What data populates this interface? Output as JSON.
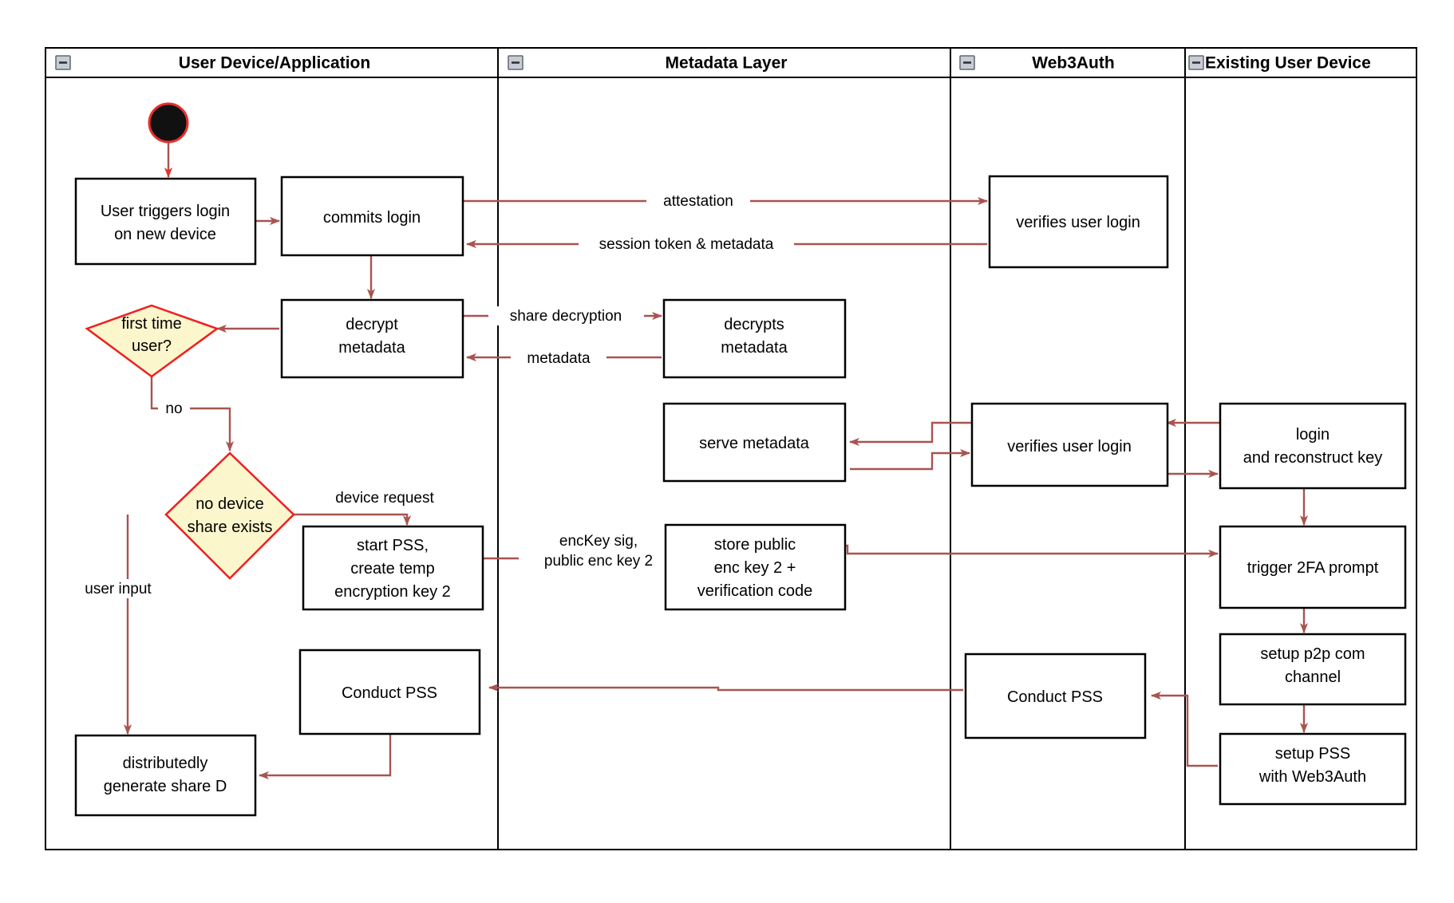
{
  "diagram": {
    "type": "swimlane-activity-diagram",
    "background_color": "#ffffff",
    "lane_border_color": "#000000",
    "edge_color": "#a85450",
    "decision_fill": "#fcf6cd",
    "decision_border": "#ef1f1f",
    "start_node_fill": "#111111",
    "start_node_border": "#e8312a",
    "collapse_icon_name": "collapse-minus-icon"
  },
  "lanes": [
    {
      "id": "lane-user-device",
      "title": "User Device/Application",
      "title_align": "center"
    },
    {
      "id": "lane-metadata",
      "title": "Metadata Layer",
      "title_align": "center"
    },
    {
      "id": "lane-web3auth",
      "title": "Web3Auth",
      "title_align": "center"
    },
    {
      "id": "lane-existing-device",
      "title": "Existing User Device",
      "title_align": "left"
    }
  ],
  "nodes": [
    {
      "id": "start",
      "type": "start",
      "lane": "lane-user-device",
      "label": ""
    },
    {
      "id": "user-triggers-login",
      "type": "activity",
      "lane": "lane-user-device",
      "lines": [
        "User triggers login",
        "on new device"
      ]
    },
    {
      "id": "commits-login",
      "type": "activity",
      "lane": "lane-user-device",
      "lines": [
        "commits login"
      ]
    },
    {
      "id": "verifies-user-login-1",
      "type": "activity",
      "lane": "lane-web3auth",
      "lines": [
        "verifies user login"
      ]
    },
    {
      "id": "decrypt-metadata",
      "type": "activity",
      "lane": "lane-user-device",
      "lines": [
        "decrypt",
        "metadata"
      ]
    },
    {
      "id": "decrypts-metadata",
      "type": "activity",
      "lane": "lane-metadata",
      "lines": [
        "decrypts",
        "metadata"
      ]
    },
    {
      "id": "first-time-user",
      "type": "decision",
      "lane": "lane-user-device",
      "lines": [
        "first time",
        "user?"
      ]
    },
    {
      "id": "serve-metadata",
      "type": "activity",
      "lane": "lane-metadata",
      "lines": [
        "serve metadata"
      ]
    },
    {
      "id": "verifies-user-login-2",
      "type": "activity",
      "lane": "lane-web3auth",
      "lines": [
        "verifies user login"
      ]
    },
    {
      "id": "login-reconstruct-key",
      "type": "activity",
      "lane": "lane-existing-device",
      "lines": [
        "login",
        "and reconstruct key"
      ]
    },
    {
      "id": "no-device-share-exists",
      "type": "decision",
      "lane": "lane-user-device",
      "lines": [
        "no device",
        "share exists"
      ]
    },
    {
      "id": "start-pss-create-temp-key",
      "type": "activity",
      "lane": "lane-user-device",
      "lines": [
        "start PSS,",
        "create temp",
        "encryption key 2"
      ]
    },
    {
      "id": "store-public-enc-key",
      "type": "activity",
      "lane": "lane-metadata",
      "lines": [
        "store public",
        "enc key 2 +",
        "verification code"
      ]
    },
    {
      "id": "trigger-2fa-prompt",
      "type": "activity",
      "lane": "lane-existing-device",
      "lines": [
        "trigger 2FA prompt"
      ]
    },
    {
      "id": "setup-p2p-com-channel",
      "type": "activity",
      "lane": "lane-existing-device",
      "lines": [
        "setup p2p com",
        "channel"
      ]
    },
    {
      "id": "conduct-pss-user",
      "type": "activity",
      "lane": "lane-user-device",
      "lines": [
        "Conduct PSS"
      ]
    },
    {
      "id": "conduct-pss-web3auth",
      "type": "activity",
      "lane": "lane-web3auth",
      "lines": [
        "Conduct PSS"
      ]
    },
    {
      "id": "setup-pss-with-web3auth",
      "type": "activity",
      "lane": "lane-existing-device",
      "lines": [
        "setup PSS",
        "with Web3Auth"
      ]
    },
    {
      "id": "distributedly-generate-share-d",
      "type": "activity",
      "lane": "lane-user-device",
      "lines": [
        "distributedly",
        "generate share D"
      ]
    }
  ],
  "edge_labels": {
    "attestation": "attestation",
    "session_token_metadata": "session token & metadata",
    "share_decryption": "share decryption",
    "metadata": "metadata",
    "no": "no",
    "device_request": "device request",
    "user_input": "user input",
    "enckey_sig_line1": "encKey sig,",
    "enckey_sig_line2": "public enc key 2"
  }
}
